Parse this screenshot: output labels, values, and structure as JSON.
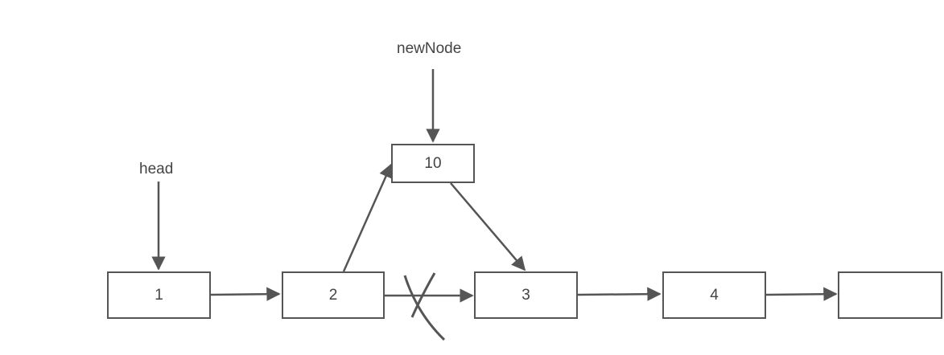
{
  "labels": {
    "head": "head",
    "new_node": "newNode"
  },
  "nodes": [
    {
      "id": "n1",
      "value": "1"
    },
    {
      "id": "n2",
      "value": "2"
    },
    {
      "id": "n3",
      "value": "3"
    },
    {
      "id": "n4",
      "value": "4"
    },
    {
      "id": "n5",
      "value": ""
    },
    {
      "id": "new",
      "value": "10"
    }
  ],
  "colors": {
    "stroke": "#555555",
    "text": "#444444",
    "background": "#ffffff"
  }
}
